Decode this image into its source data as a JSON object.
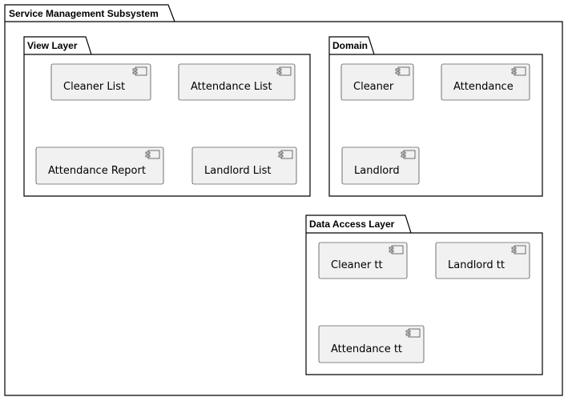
{
  "diagram": {
    "title": "Service Management Subsystem",
    "view_layer": {
      "title": "View Layer",
      "components": [
        "Cleaner List",
        "Attendance List",
        "Attendance Report",
        "Landlord List"
      ]
    },
    "domain": {
      "title": "Domain",
      "components": [
        "Cleaner",
        "Attendance",
        "Landlord"
      ]
    },
    "data_access_layer": {
      "title": "Data Access Layer",
      "components": [
        "Cleaner tt",
        "Landlord tt",
        "Attendance tt"
      ]
    }
  }
}
